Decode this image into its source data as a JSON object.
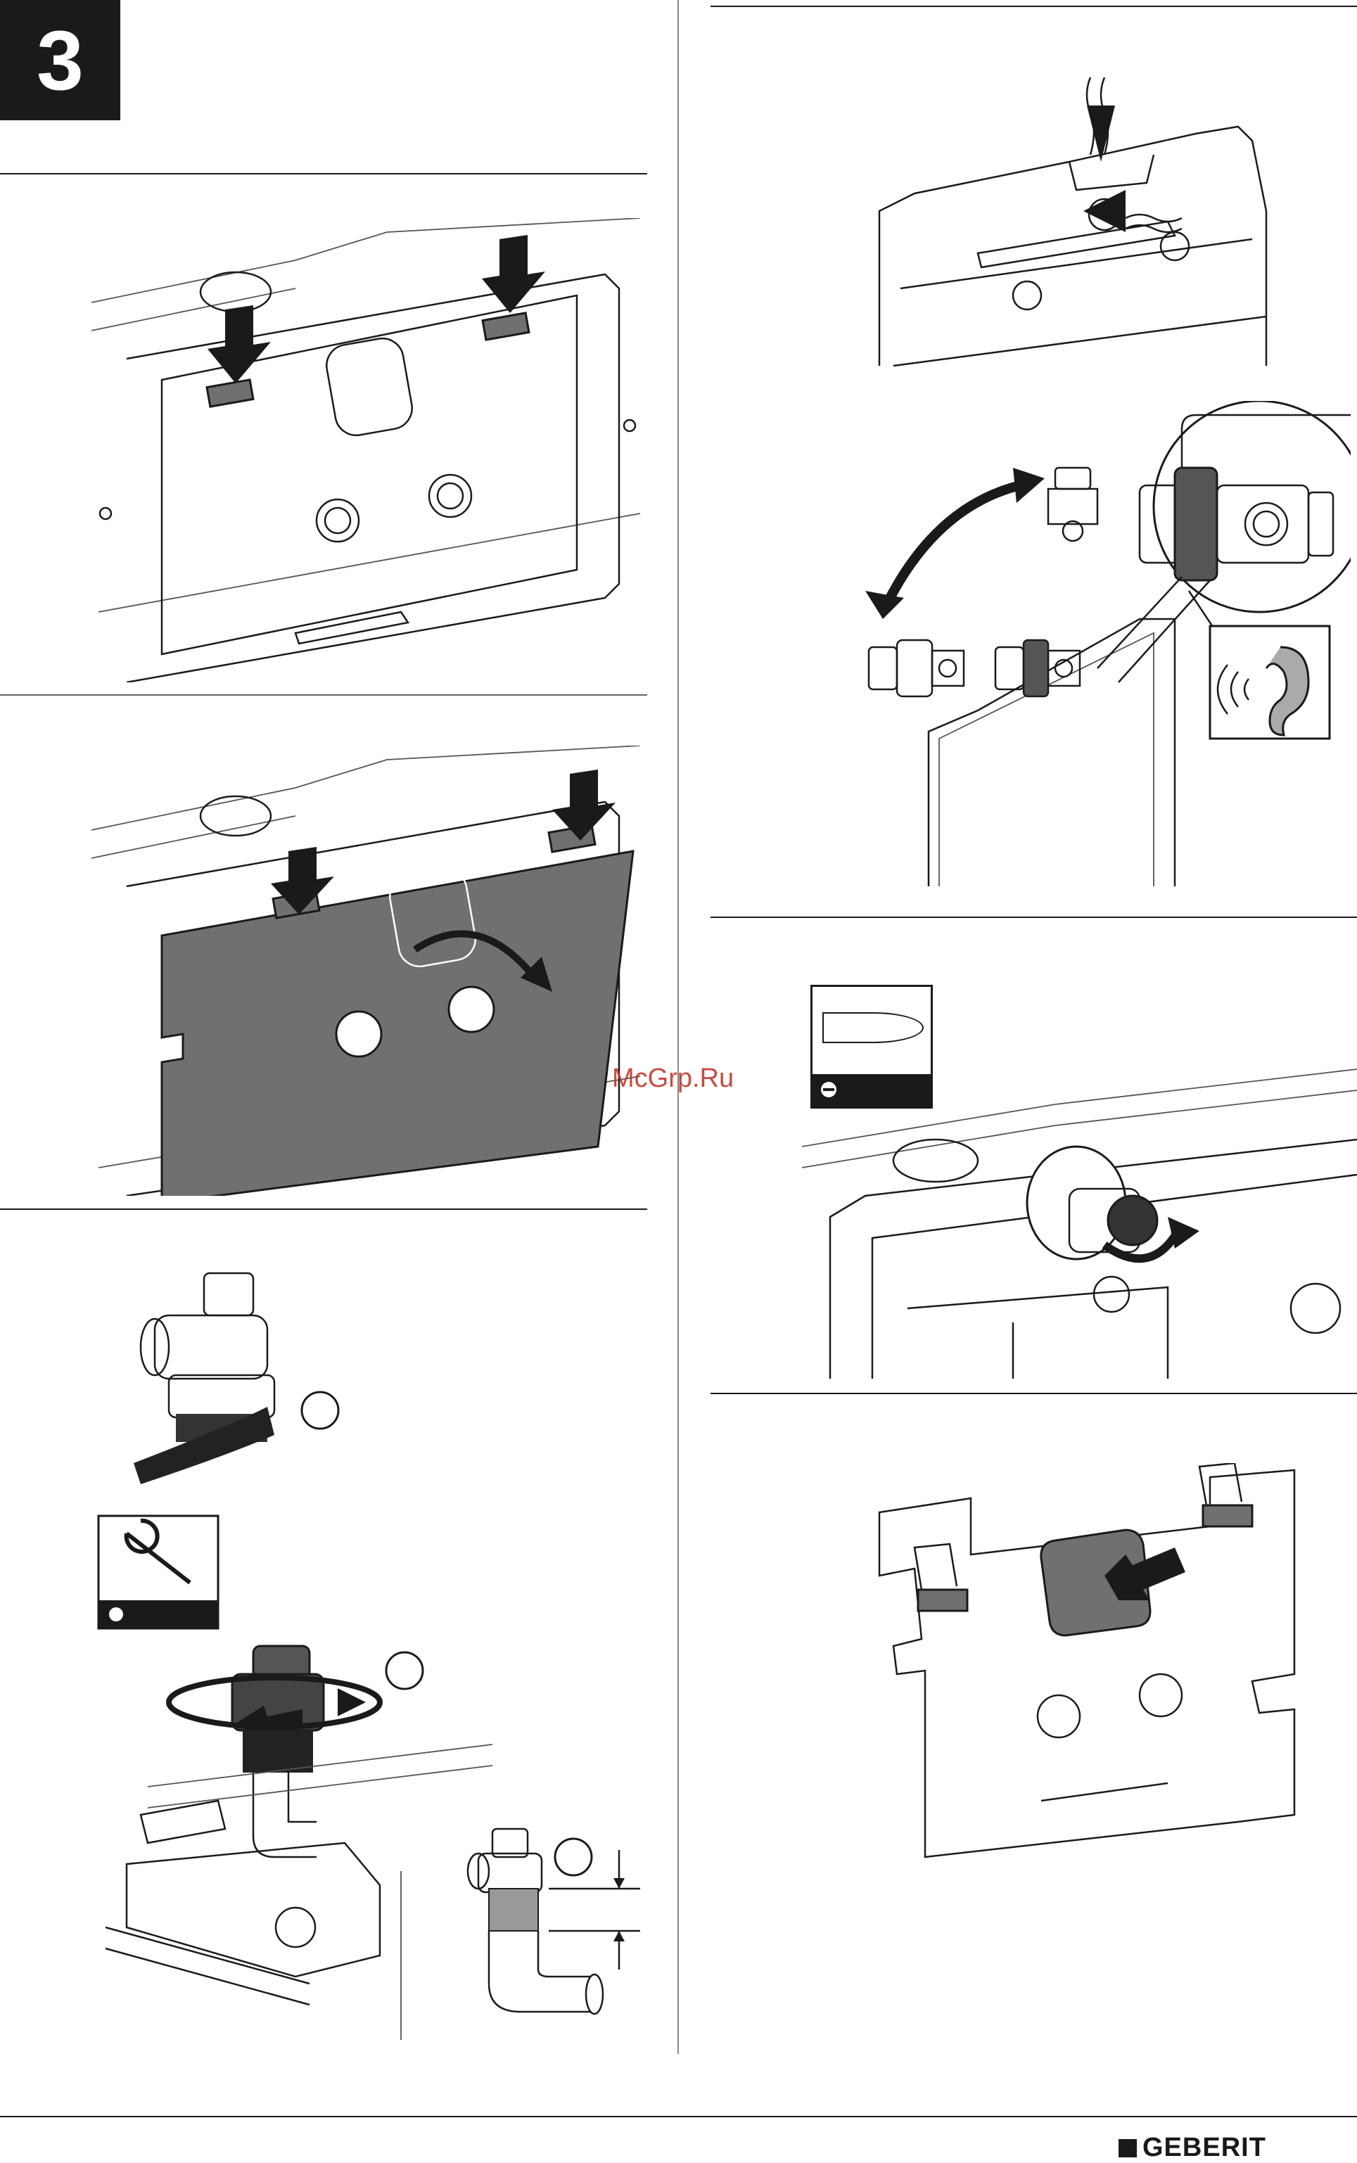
{
  "step": {
    "number": "3"
  },
  "watermark": {
    "text": "McGrp.Ru"
  },
  "brand": {
    "name": "GEBERIT"
  },
  "tools": {
    "wrench_icon": "wrench-icon",
    "screwdriver_icon": "flat-screwdriver-icon"
  },
  "colors": {
    "ink": "#1a1a1a",
    "panel_gray": "#707070",
    "watermark": "#c0392b"
  }
}
